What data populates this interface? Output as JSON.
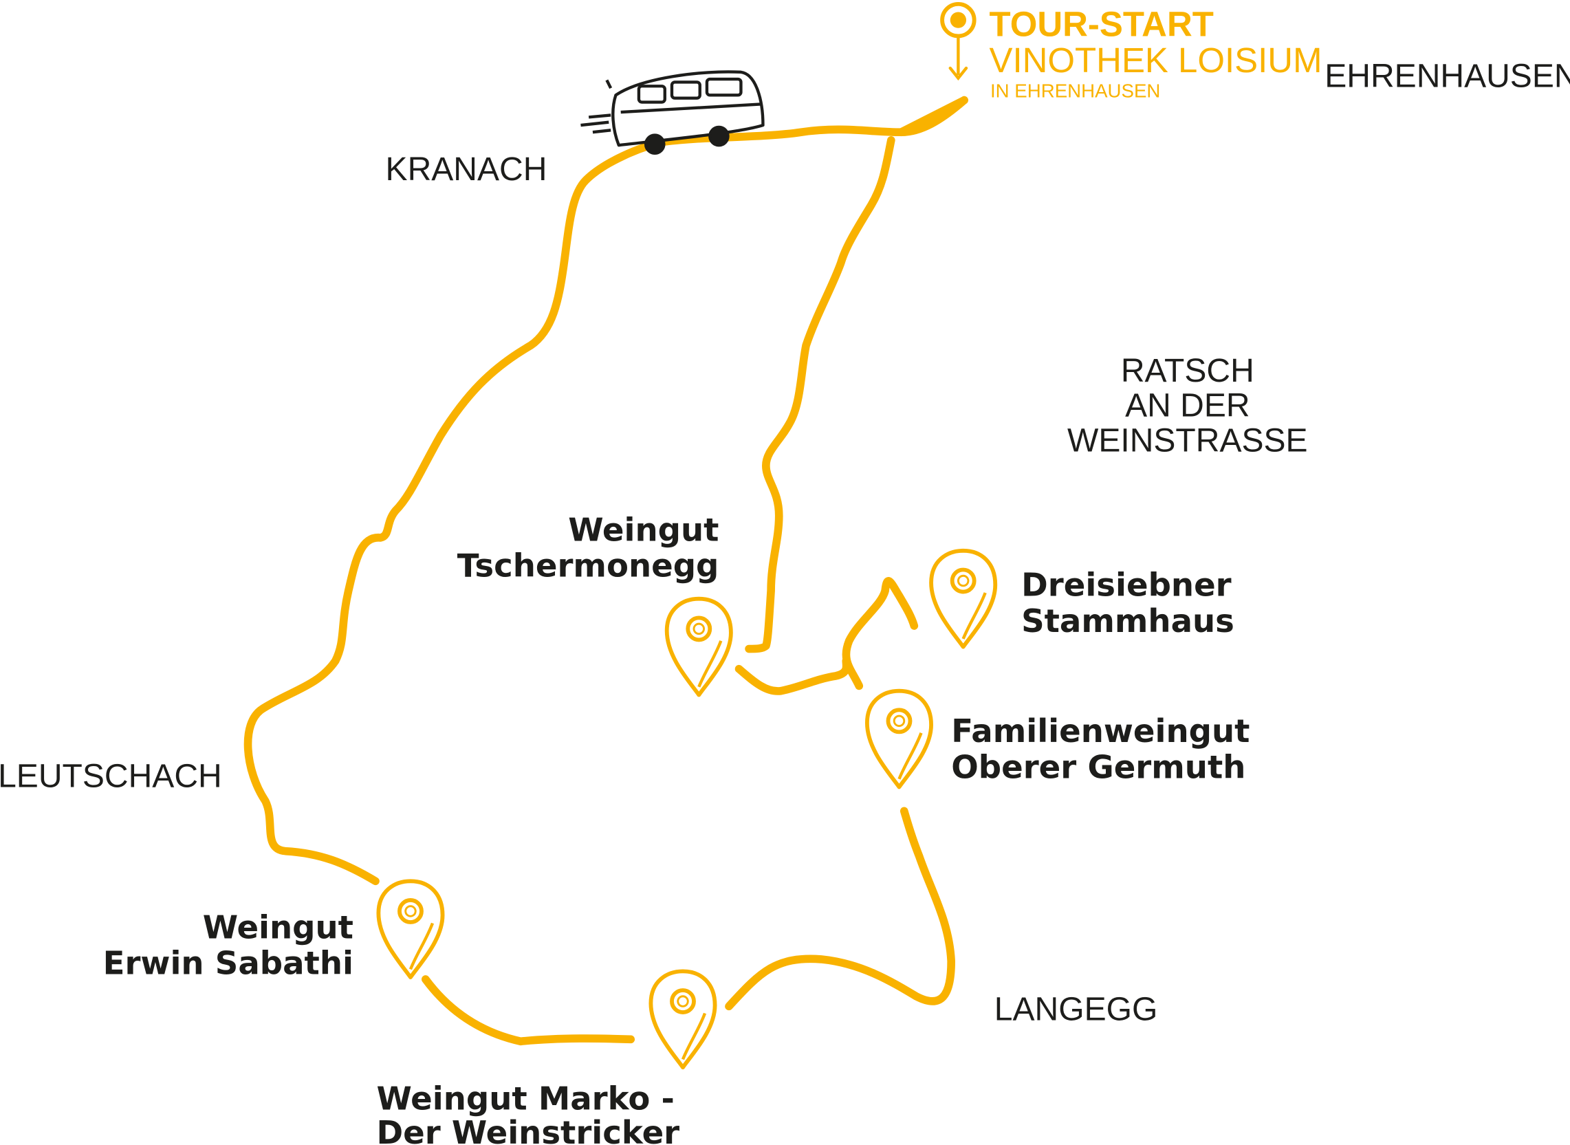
{
  "colors": {
    "accent": "#F9B200",
    "text": "#1d1d1b"
  },
  "start": {
    "title": "TOUR-START",
    "name": "VINOTHEK LOISIUM",
    "location": "IN EHRENHAUSEN"
  },
  "towns": {
    "ehrenhausen": "EHRENHAUSEN",
    "kranach": "KRANACH",
    "ratsch": [
      "RATSCH",
      "AN DER",
      "WEINSTRASSE"
    ],
    "leutschach": "LEUTSCHACH",
    "langegg": "LANGEGG"
  },
  "stops": {
    "tschermonegg": [
      "Weingut",
      "Tschermonegg"
    ],
    "dreisiebner": [
      "Dreisiebner",
      "Stammhaus"
    ],
    "germuth": [
      "Familienweingut",
      "Oberer Germuth"
    ],
    "sabathi": [
      "Weingut",
      "Erwin Sabathi"
    ],
    "marko": [
      "Weingut Marko -",
      "Der Weinstricker"
    ]
  }
}
